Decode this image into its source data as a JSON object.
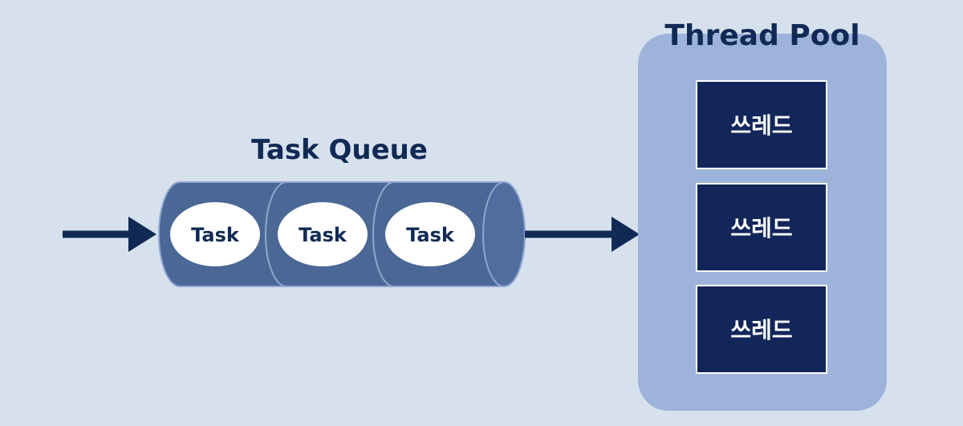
{
  "queue": {
    "title": "Task Queue",
    "tasks": [
      "Task",
      "Task",
      "Task"
    ]
  },
  "pool": {
    "title": "Thread Pool",
    "threads": [
      "쓰레드",
      "쓰레드",
      "쓰레드"
    ]
  },
  "colors": {
    "background": "#d7e1ee",
    "pool_fill": "#9db3d9",
    "queue_fill": "#4a6796",
    "queue_outline": "#8fa6cf",
    "thread_fill": "#12265a",
    "arrow": "#112a55",
    "text_dark": "#112a55"
  }
}
